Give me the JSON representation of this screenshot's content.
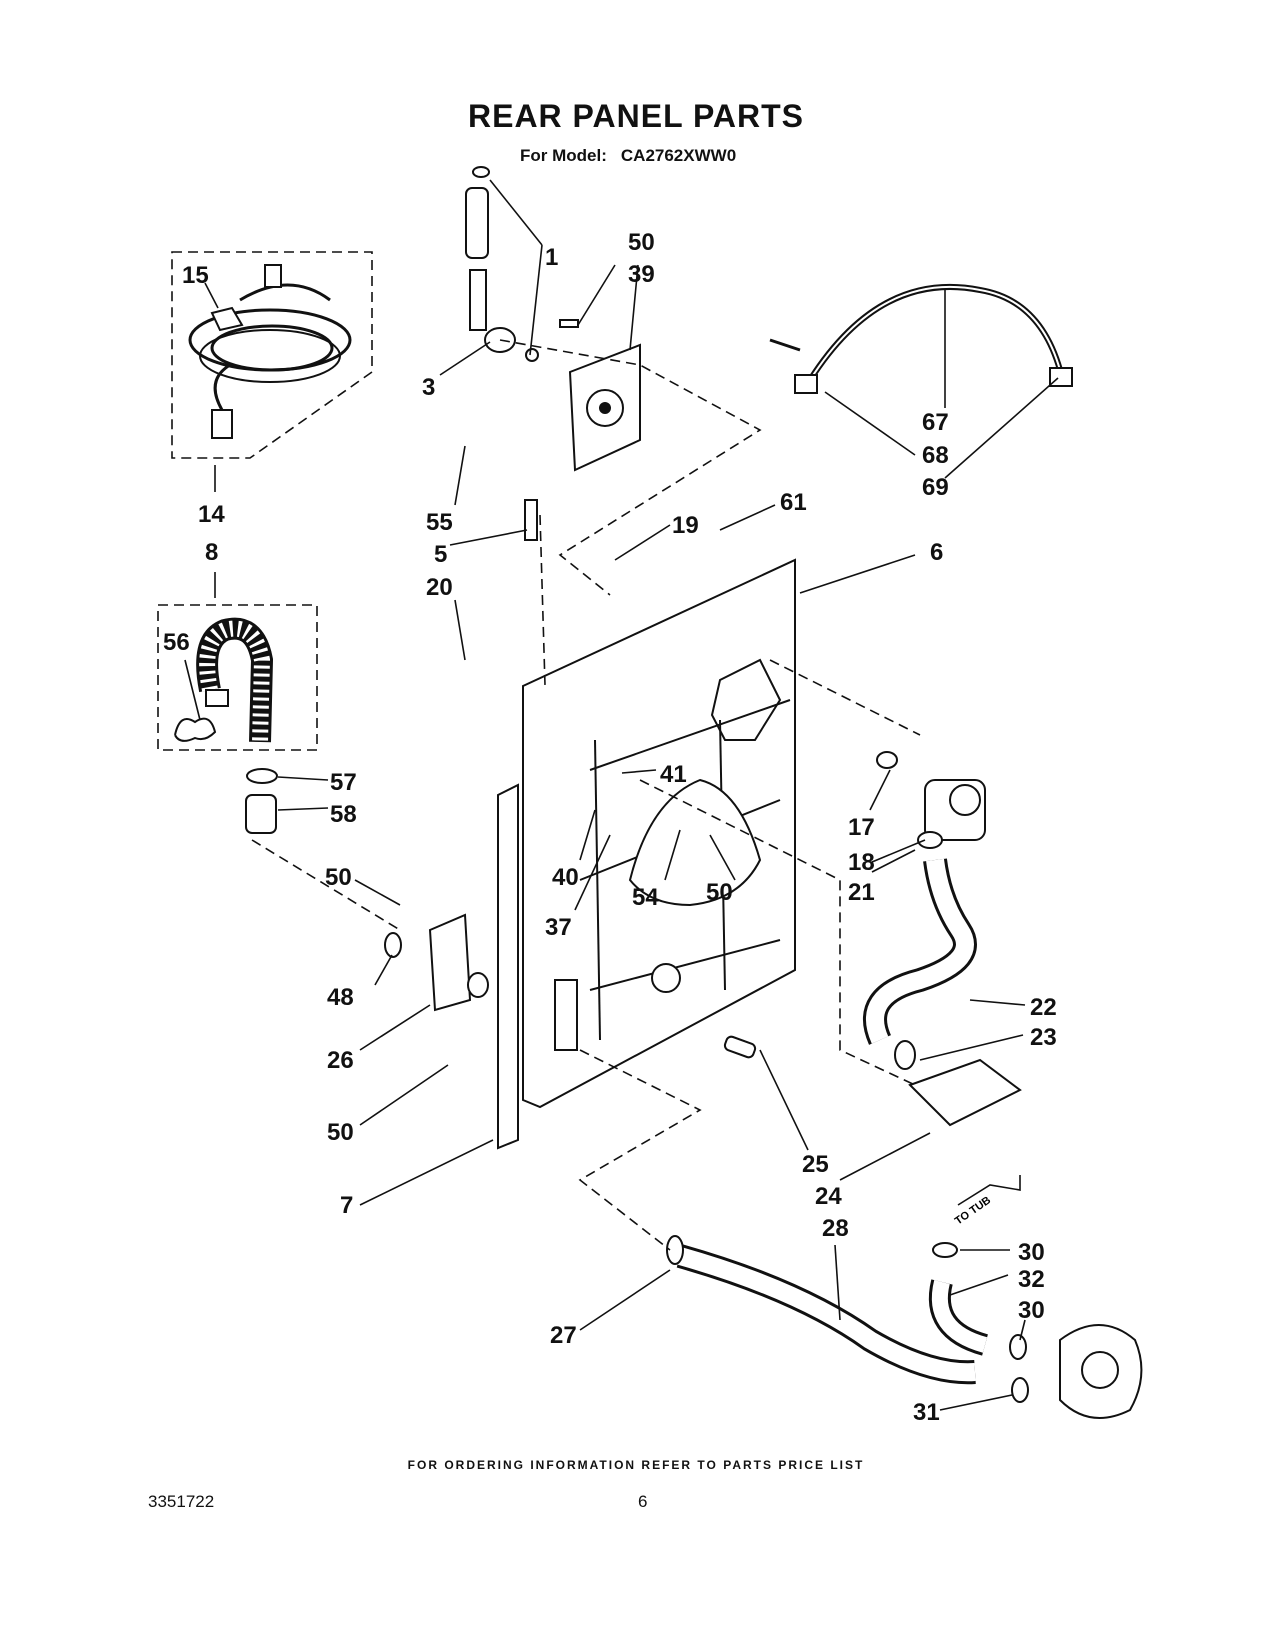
{
  "title": "REAR PANEL PARTS",
  "model_label": "For Model:",
  "model_number": "CA2762XWW0",
  "callouts": [
    {
      "id": "c1",
      "text": "1"
    },
    {
      "id": "c3",
      "text": "3"
    },
    {
      "id": "c50a",
      "text": "50"
    },
    {
      "id": "c39",
      "text": "39"
    },
    {
      "id": "c15",
      "text": "15"
    },
    {
      "id": "c14",
      "text": "14"
    },
    {
      "id": "c8",
      "text": "8"
    },
    {
      "id": "c67",
      "text": "67"
    },
    {
      "id": "c68",
      "text": "68"
    },
    {
      "id": "c69",
      "text": "69"
    },
    {
      "id": "c55",
      "text": "55"
    },
    {
      "id": "c5",
      "text": "5"
    },
    {
      "id": "c20",
      "text": "20"
    },
    {
      "id": "c19",
      "text": "19"
    },
    {
      "id": "c61",
      "text": "61"
    },
    {
      "id": "c6",
      "text": "6"
    },
    {
      "id": "c56",
      "text": "56"
    },
    {
      "id": "c57",
      "text": "57"
    },
    {
      "id": "c58",
      "text": "58"
    },
    {
      "id": "c50b",
      "text": "50"
    },
    {
      "id": "c48",
      "text": "48"
    },
    {
      "id": "c26",
      "text": "26"
    },
    {
      "id": "c50c",
      "text": "50"
    },
    {
      "id": "c7",
      "text": "7"
    },
    {
      "id": "c41",
      "text": "41"
    },
    {
      "id": "c40",
      "text": "40"
    },
    {
      "id": "c37",
      "text": "37"
    },
    {
      "id": "c54",
      "text": "54"
    },
    {
      "id": "c50d",
      "text": "50"
    },
    {
      "id": "c17",
      "text": "17"
    },
    {
      "id": "c18",
      "text": "18"
    },
    {
      "id": "c21",
      "text": "21"
    },
    {
      "id": "c22",
      "text": "22"
    },
    {
      "id": "c23",
      "text": "23"
    },
    {
      "id": "c25",
      "text": "25"
    },
    {
      "id": "c24",
      "text": "24"
    },
    {
      "id": "c28",
      "text": "28"
    },
    {
      "id": "c27",
      "text": "27"
    },
    {
      "id": "c30a",
      "text": "30"
    },
    {
      "id": "c32",
      "text": "32"
    },
    {
      "id": "c30b",
      "text": "30"
    },
    {
      "id": "c31",
      "text": "31"
    }
  ],
  "to_tub_label": "TO TUB",
  "footer_note": "FOR ORDERING INFORMATION REFER TO PARTS PRICE LIST",
  "document_number": "3351722",
  "page_number": "6"
}
